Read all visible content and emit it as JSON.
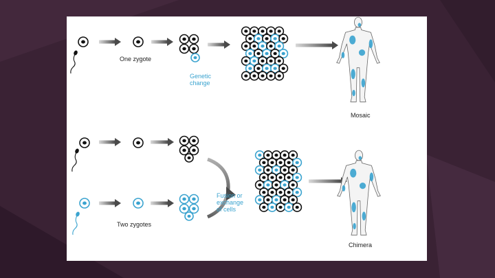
{
  "labels": {
    "one_zygote": "One zygote",
    "genetic_change_1": "Genetic",
    "genetic_change_2": "change",
    "mosaic": "Mosaic",
    "fusion_1": "Fusion or",
    "fusion_2": "exchange",
    "fusion_3": "of cells",
    "two_zygotes": "Two zygotes",
    "chimera": "Chimera"
  },
  "colors": {
    "background": "#3a2234",
    "black_cell": "#111111",
    "blue_cell": "#3aa3cf",
    "arrow": "#555555"
  }
}
